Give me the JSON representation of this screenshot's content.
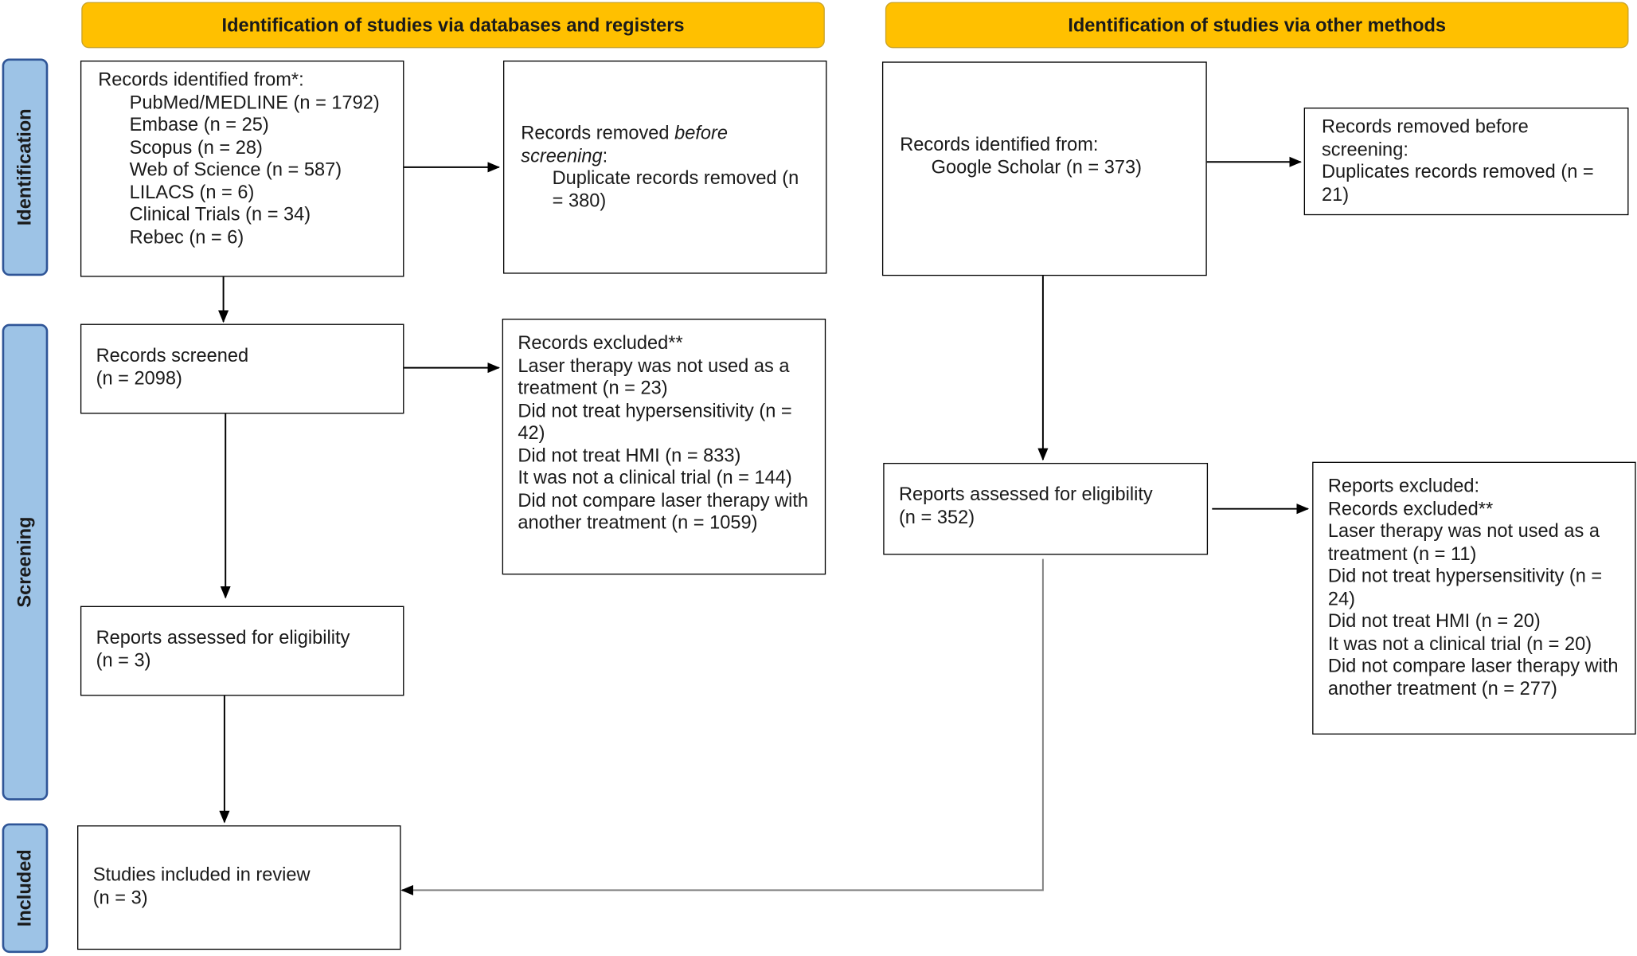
{
  "headers": {
    "databases": "Identification of studies via databases and registers",
    "other": "Identification of studies via other methods"
  },
  "phases": {
    "identification": "Identification",
    "screening": "Screening",
    "included": "Included"
  },
  "db": {
    "identified_title": "Records identified from*:",
    "sources": [
      "PubMed/MEDLINE (n = 1792)",
      "Embase (n = 25)",
      "Scopus (n = 28)",
      "Web of Science (n = 587)",
      "LILACS (n = 6)",
      "Clinical Trials (n = 34)",
      "Rebec (n = 6)"
    ],
    "removed_prefix": "Records removed ",
    "removed_italic": "before screening",
    "removed_colon": ":",
    "removed_duplicates": "Duplicate records removed (n = 380)",
    "screened_title": "Records screened",
    "screened_n": "(n = 2098)",
    "excluded_title": "Records excluded**",
    "excluded_reasons": [
      "Laser therapy was not used as a treatment (n = 23)",
      "Did not treat hypersensitivity (n = 42)",
      "Did not treat HMI (n = 833)",
      "It was not a clinical trial (n = 144)",
      "Did not compare laser therapy with another treatment (n = 1059)"
    ],
    "eligibility_title": "Reports assessed for eligibility",
    "eligibility_n": "(n = 3)",
    "included_title": "Studies included in review",
    "included_n": "(n = 3)"
  },
  "other": {
    "identified_title": "Records identified from:",
    "identified_source": "Google Scholar (n = 373)",
    "removed_title": "Records removed before screening:",
    "removed_duplicates": "Duplicates records removed (n = 21)",
    "eligibility_title": "Reports assessed for eligibility",
    "eligibility_n": "(n = 352)",
    "excluded_title": "Reports excluded:",
    "excluded_subtitle": "Records excluded**",
    "excluded_reasons": [
      "Laser therapy was not used as a treatment (n = 11)",
      "Did not treat hypersensitivity (n = 24)",
      "Did not treat HMI (n = 20)",
      "It was not a clinical trial (n = 20)",
      "Did not compare laser therapy with another treatment (n = 277)"
    ]
  },
  "colors": {
    "header_fill": "#FFC000",
    "phase_fill": "#9DC3E6",
    "phase_border": "#2F5597",
    "connector_gray": "#808080"
  }
}
